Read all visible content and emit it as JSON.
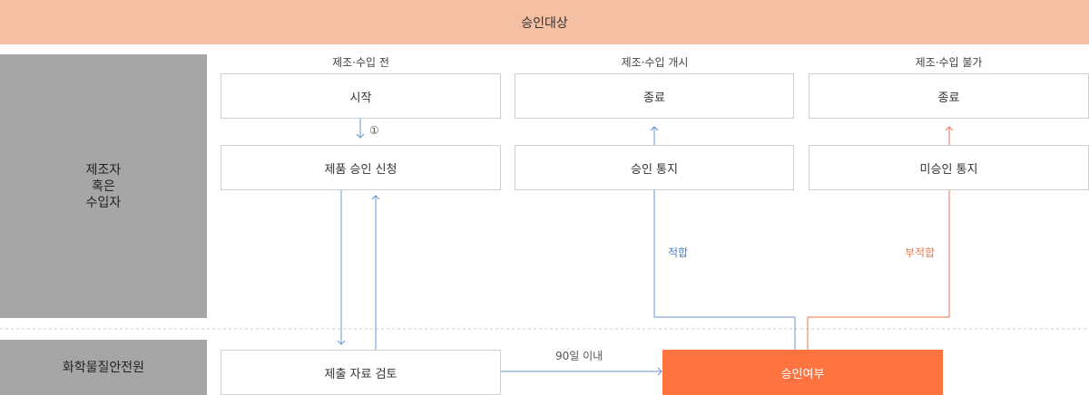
{
  "header": {
    "title": "승인대상"
  },
  "side": {
    "manufacturer": "제조자\n혹은\n수입자",
    "institute": "화학물질안전원"
  },
  "columns": [
    {
      "title": "제조·수입 전"
    },
    {
      "title": "제조·수입 개시"
    },
    {
      "title": "제조·수입 불가"
    }
  ],
  "boxes": {
    "start": "시작",
    "end_start": "종료",
    "end_denied": "종료",
    "apply": "제품 승인 신청",
    "approval_notice": "승인 통지",
    "denial_notice": "미승인 통지",
    "review": "제출 자료 검토",
    "decision": "승인여부"
  },
  "labels": {
    "step": "①",
    "suitable": "적합",
    "unsuitable": "부적합",
    "within_days": "90일 이내"
  },
  "colors": {
    "header_bg": "#f5bfa3",
    "side_bg": "#a6a6a6",
    "accent": "#ff7340",
    "blue_line": "#6a96d2",
    "orange_line": "#f07a4a"
  }
}
